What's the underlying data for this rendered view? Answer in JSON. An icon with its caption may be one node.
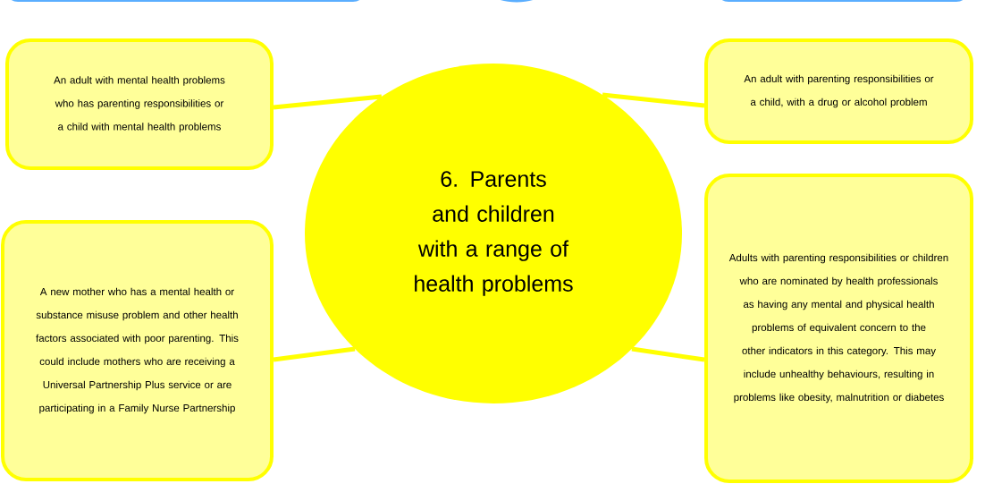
{
  "diagram": {
    "nodes": [
      {
        "text": [
          "6. Parents and children with a range of health problems"
        ]
      },
      {
        "text": [
          "An adult with mental health problems who has parenting responsibilities or a child with mental health problems"
        ]
      },
      {
        "text": [
          "An adult with parenting responsibilities or a child, with a drug or alcohol problem"
        ]
      },
      {
        "text": [
          "A new mother who has a mental health or substance misuse problem and other health factors associated with poor parenting. This could include mothers who are receiving a Universal Partnership Plus service or are participating in a Family Nurse Partnership"
        ]
      },
      {
        "text": [
          "Adults with parenting responsibilities or children who are nominated by health professionals as having any mental and physical health problems of equivalent concern to the other indicators in this category. This may include unhealthy behaviours, resulting in problems like obesity, malnutrition or diabetes"
        ]
      }
    ],
    "edges": [
      {
        "from": 0,
        "to": 1,
        "arrow": "none"
      },
      {
        "from": 0,
        "to": 2,
        "arrow": "none"
      },
      {
        "from": 0,
        "to": 3,
        "arrow": "none"
      },
      {
        "from": 0,
        "to": 4,
        "arrow": "none"
      }
    ]
  }
}
